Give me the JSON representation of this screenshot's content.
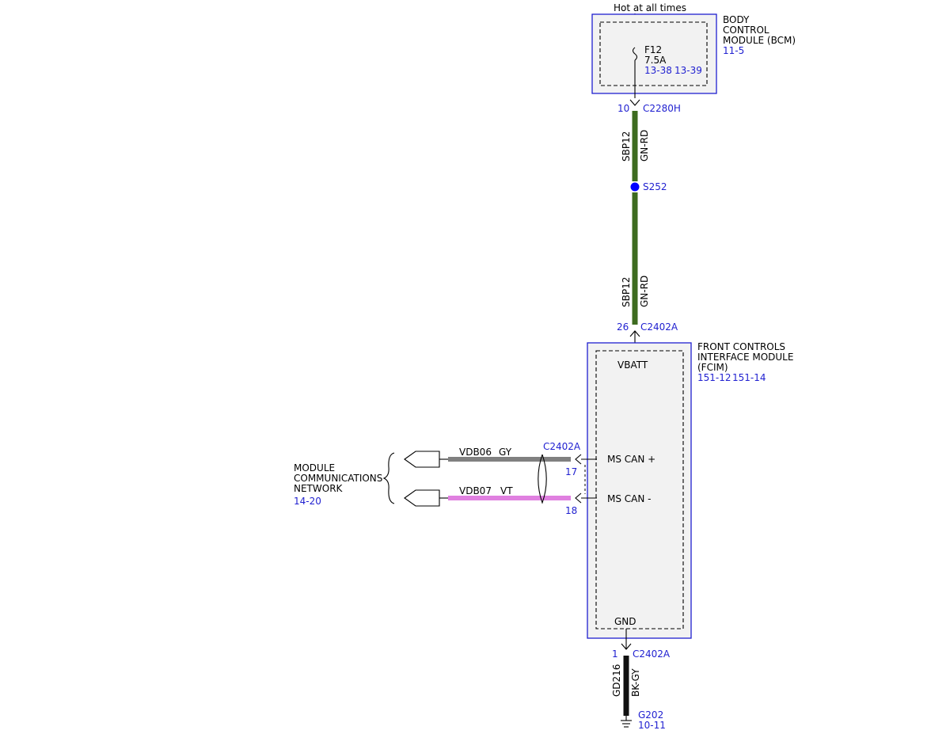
{
  "power_source": {
    "label": "Hot at all times"
  },
  "bcm": {
    "name_lines": [
      "BODY",
      "CONTROL",
      "MODULE (BCM)"
    ],
    "page_ref": "11-5",
    "fuse": {
      "id": "F12",
      "rating": "7.5A",
      "refs": [
        "13-38",
        "13-39"
      ]
    }
  },
  "connectors": {
    "c2280h": {
      "pin": "10",
      "name": "C2280H"
    },
    "c2402a_top": {
      "pin": "26",
      "name": "C2402A"
    },
    "c2402a_can": {
      "name": "C2402A",
      "pin_high": "17",
      "pin_low": "18"
    },
    "c2402a_gnd": {
      "pin": "1",
      "name": "C2402A"
    }
  },
  "wires": {
    "sbp12_upper": {
      "circuit": "SBP12",
      "color": "GN-RD",
      "hex": "#3d6b1f"
    },
    "sbp12_lower": {
      "circuit": "SBP12",
      "color": "GN-RD",
      "hex": "#3d6b1f"
    },
    "vdb06": {
      "circuit": "VDB06",
      "color": "GY",
      "hex": "#808080"
    },
    "vdb07": {
      "circuit": "VDB07",
      "color": "VT",
      "hex": "#e080e0"
    },
    "gd216": {
      "circuit": "GD216",
      "color": "BK-GY",
      "hex": "#111111"
    }
  },
  "splice": {
    "id": "S252"
  },
  "fcim": {
    "name_lines": [
      "FRONT CONTROLS",
      "INTERFACE MODULE",
      "(FCIM)"
    ],
    "page_refs": [
      "151-12",
      "151-14"
    ],
    "pins": {
      "vbatt": "VBATT",
      "ms_can_high": "MS CAN +",
      "ms_can_low": "MS CAN -",
      "gnd": "GND"
    }
  },
  "network": {
    "name_lines": [
      "MODULE",
      "COMMUNICATIONS",
      "NETWORK"
    ],
    "page_ref": "14-20"
  },
  "ground": {
    "id": "G202",
    "page_ref": "10-11"
  }
}
